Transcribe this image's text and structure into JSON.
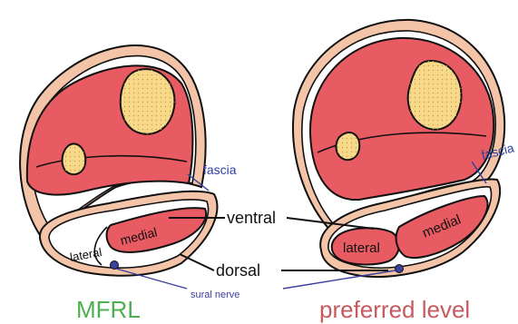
{
  "labels": {
    "fascia_left": "fascia",
    "fascia_right": "fascia",
    "ventral": "ventral",
    "dorsal": "dorsal",
    "lateral_left": "lateral",
    "medial_left": "medial",
    "lateral_right": "lateral",
    "medial_right": "medial",
    "sural_nerve": "sural nerve",
    "caption_left": "MFRL",
    "caption_right": "preferred level"
  },
  "colors": {
    "skin": "#f3c4a8",
    "muscle": "#e95b62",
    "bone": "#f7d98a",
    "bone_dots": "#d49a4a",
    "outline": "#111111",
    "fascia_text": "#2f3fa3",
    "nerve": "#3b3f9e",
    "caption_left": "#4caf50",
    "caption_right": "#c65a5f"
  }
}
